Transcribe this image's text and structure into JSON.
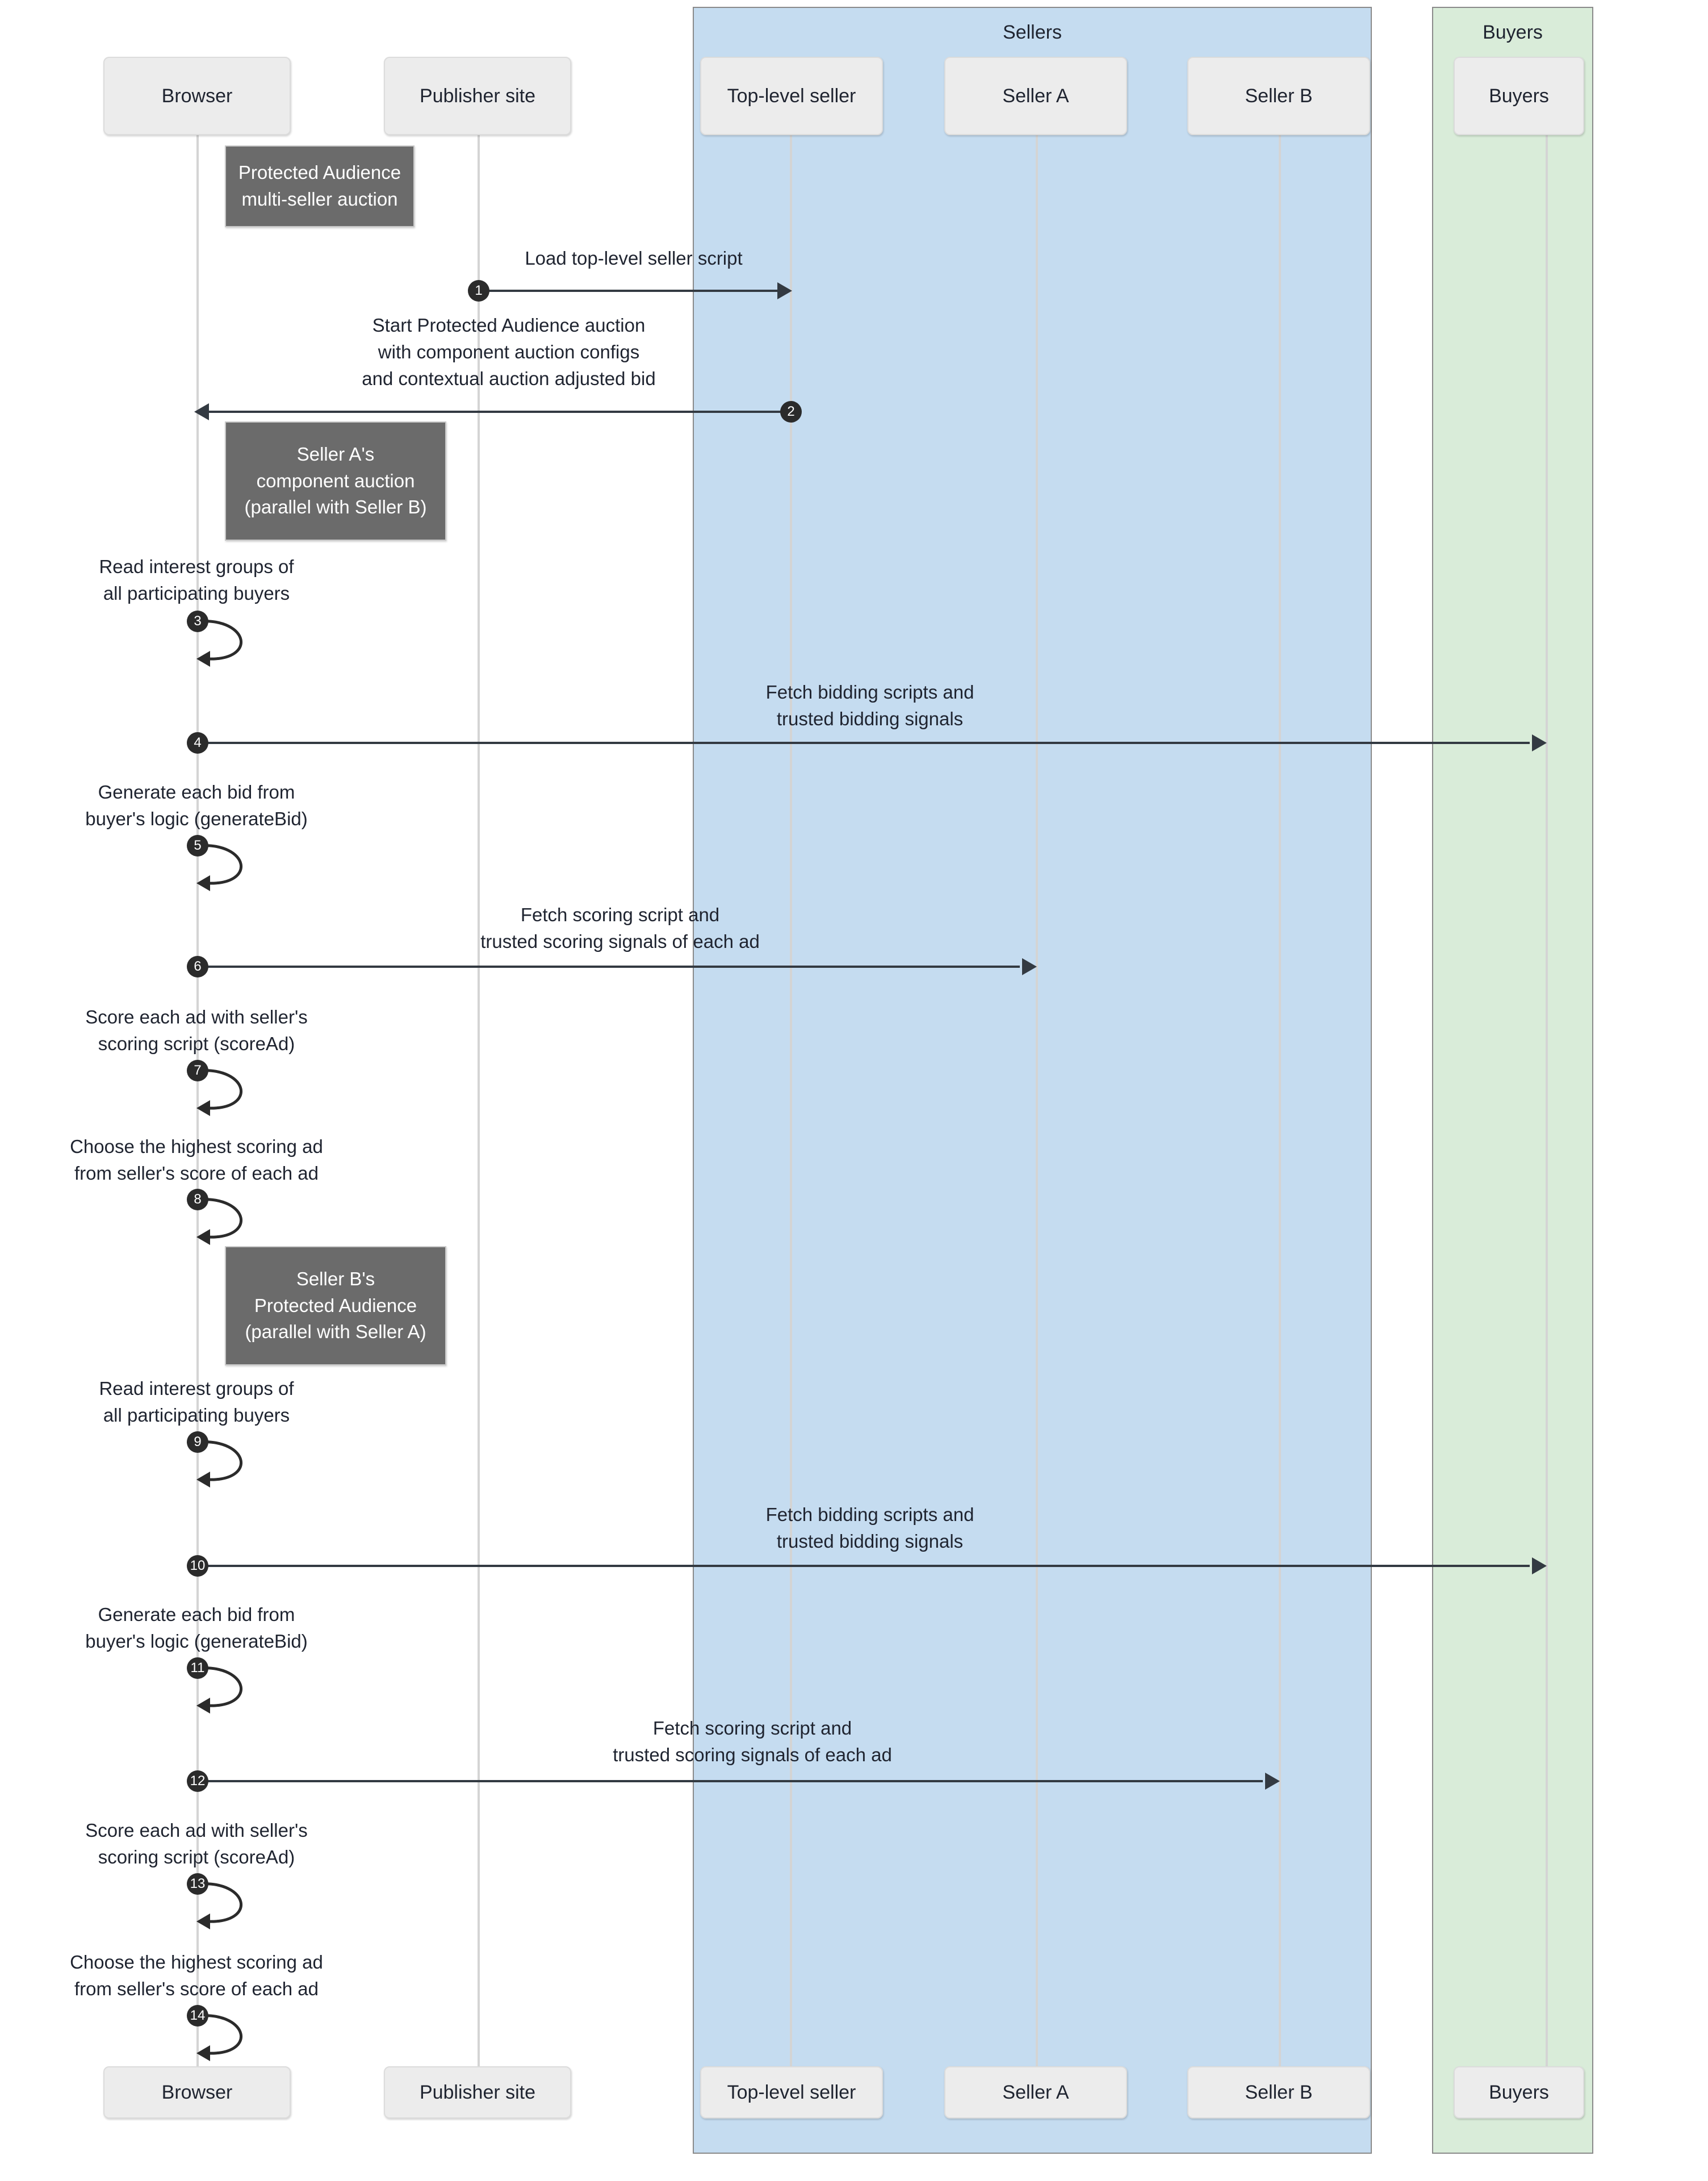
{
  "diagram": {
    "type": "sequence-diagram",
    "title": "Protected Audience multi-seller auction"
  },
  "groups": [
    {
      "id": "sellers",
      "label": "Sellers",
      "color": "#c5dcf0",
      "border": "#8a8a8a"
    },
    {
      "id": "buyers",
      "label": "Buyers",
      "color": "#d9ecd9",
      "border": "#8a8a8a"
    }
  ],
  "participants": [
    {
      "id": "browser",
      "label": "Browser",
      "group": null
    },
    {
      "id": "publisher",
      "label": "Publisher site",
      "group": null
    },
    {
      "id": "topseller",
      "label": "Top-level seller",
      "group": "sellers"
    },
    {
      "id": "sellerA",
      "label": "Seller A",
      "group": "sellers"
    },
    {
      "id": "sellerB",
      "label": "Seller B",
      "group": "sellers"
    },
    {
      "id": "buyers",
      "label": "Buyers",
      "group": "buyers"
    }
  ],
  "notes": [
    {
      "id": "note-1",
      "lines": "Protected Audience\nmulti-seller auction"
    },
    {
      "id": "note-2",
      "lines": "Seller A's\ncomponent auction\n(parallel with Seller B)"
    },
    {
      "id": "note-3",
      "lines": "Seller B's\nProtected Audience\n(parallel with Seller A)"
    }
  ],
  "messages": [
    {
      "num": "1",
      "label": "Load top-level seller script",
      "from": "publisher",
      "to": "topseller",
      "kind": "arrow",
      "dir": "right"
    },
    {
      "num": "2",
      "label": "Start Protected Audience auction\nwith component auction configs\nand contextual auction adjusted bid",
      "from": "topseller",
      "to": "browser",
      "kind": "arrow",
      "dir": "left"
    },
    {
      "num": "3",
      "label": "Read interest groups of\nall participating buyers",
      "from": "browser",
      "to": "browser",
      "kind": "self",
      "dir": "self"
    },
    {
      "num": "4",
      "label": "Fetch bidding scripts and\ntrusted bidding signals",
      "from": "browser",
      "to": "buyers",
      "kind": "arrow",
      "dir": "right"
    },
    {
      "num": "5",
      "label": "Generate each bid from\nbuyer's logic (generateBid)",
      "from": "browser",
      "to": "browser",
      "kind": "self",
      "dir": "self"
    },
    {
      "num": "6",
      "label": "Fetch scoring script and\ntrusted scoring signals of each ad",
      "from": "browser",
      "to": "sellerA",
      "kind": "arrow",
      "dir": "right"
    },
    {
      "num": "7",
      "label": "Score each ad with seller's\nscoring script (scoreAd)",
      "from": "browser",
      "to": "browser",
      "kind": "self",
      "dir": "self"
    },
    {
      "num": "8",
      "label": "Choose the highest scoring ad\nfrom seller's score of each ad",
      "from": "browser",
      "to": "browser",
      "kind": "self",
      "dir": "self"
    },
    {
      "num": "9",
      "label": "Read interest groups of\nall participating buyers",
      "from": "browser",
      "to": "browser",
      "kind": "self",
      "dir": "self"
    },
    {
      "num": "10",
      "label": "Fetch bidding scripts and\ntrusted bidding signals",
      "from": "browser",
      "to": "buyers",
      "kind": "arrow",
      "dir": "right"
    },
    {
      "num": "11",
      "label": "Generate each bid from\nbuyer's logic (generateBid)",
      "from": "browser",
      "to": "browser",
      "kind": "self",
      "dir": "self"
    },
    {
      "num": "12",
      "label": "Fetch scoring script and\ntrusted scoring signals of each ad",
      "from": "browser",
      "to": "sellerB",
      "kind": "arrow",
      "dir": "right"
    },
    {
      "num": "13",
      "label": "Score each ad with seller's\nscoring script (scoreAd)",
      "from": "browser",
      "to": "browser",
      "kind": "self",
      "dir": "self"
    },
    {
      "num": "14",
      "label": "Choose the highest scoring ad\nfrom seller's score of each ad",
      "from": "browser",
      "to": "browser",
      "kind": "self",
      "dir": "self"
    }
  ],
  "footer_participants": [
    {
      "id": "browser-bottom",
      "label": "Browser"
    },
    {
      "id": "publisher-bottom",
      "label": "Publisher site"
    },
    {
      "id": "topseller-bottom",
      "label": "Top-level seller"
    },
    {
      "id": "sellerA-bottom",
      "label": "Seller A"
    },
    {
      "id": "sellerB-bottom",
      "label": "Seller B"
    },
    {
      "id": "buyers-bottom",
      "label": "Buyers"
    }
  ]
}
